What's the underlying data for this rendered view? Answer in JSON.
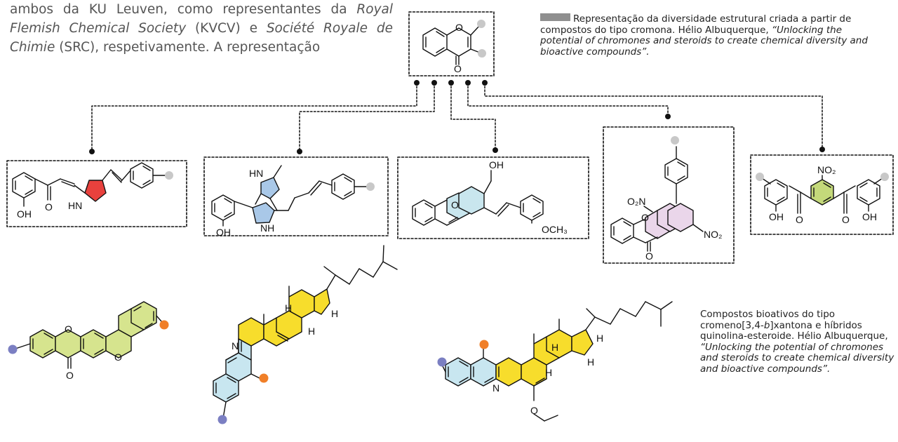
{
  "intro": {
    "line1": "ambos da KU Leuven, como representantes da ",
    "line1_em": "Royal",
    "line2_em": "Flemish Chemical Society",
    "line2": " (KVCV) e ",
    "line2b_em": "Société Royale",
    "line3_em": "de Chimie",
    "line3": " (SRC), respetivamente. A representação"
  },
  "caption_top": {
    "text": "Representação da diversidade estrutural criada a partir de compostos do tipo cromona. Hélio Albuquerque, ",
    "quote": "“Unlocking the potential of chromones and steroids to create chemical diversity and bioactive compounds”."
  },
  "caption_bottom": {
    "text1": "Compostos bioativos do tipo cromeno[3,4-",
    "italic_b": "b",
    "text2": "]xantona e híbridos quinolina-esteroide. Hélio Albuquerque, ",
    "quote": "“Unlocking the potential of chromones and steroids to create chemical diversity and bioactive compounds”."
  },
  "atoms": {
    "O": "O",
    "OH": "OH",
    "HN": "HN",
    "NH": "NH",
    "N": "N",
    "H": "H",
    "O2N": "O₂N",
    "NO2": "NO₂",
    "OCH3": "OCH₃"
  },
  "colors": {
    "red_ring": "#e8413d",
    "blue_ring": "#a9c8e8",
    "cyan_ring": "#c9e6ee",
    "pink_ring": "#ead6ea",
    "green_ring": "#c4d97a",
    "lime_ring": "#d6e48e",
    "yellow_ring": "#f7dd2c",
    "quinoline_blue": "#c8e6f0",
    "dot_gray": "#c8c8c8",
    "dot_orange": "#f07f28",
    "dot_purple": "#7b7fc2"
  }
}
